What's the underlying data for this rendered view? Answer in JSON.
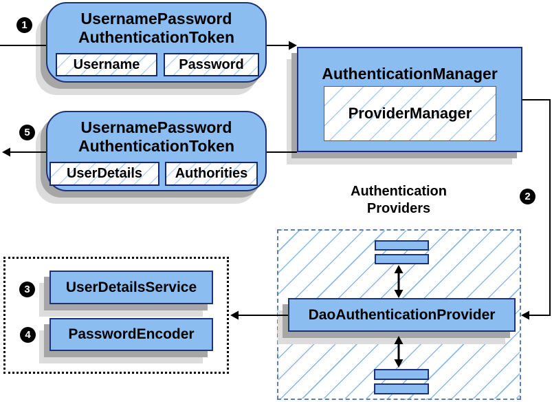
{
  "badges": {
    "step1": "1",
    "step2": "2",
    "step3": "3",
    "step4": "4",
    "step5": "5"
  },
  "nodes": {
    "request_token": {
      "title": [
        "UsernamePassword",
        "AuthenticationToken"
      ],
      "fields": [
        "Username",
        "Password"
      ]
    },
    "auth_manager": {
      "title": "AuthenticationManager",
      "inner": "ProviderManager"
    },
    "response_token": {
      "title": [
        "UsernamePassword",
        "AuthenticationToken"
      ],
      "fields": [
        "UserDetails",
        "Authorities"
      ]
    },
    "providers_group": {
      "label": [
        "Authentication",
        "Providers"
      ]
    },
    "dao_provider": {
      "title": "DaoAuthenticationProvider"
    },
    "beans": {
      "user_details_service": {
        "title": "UserDetailsService"
      },
      "password_encoder": {
        "title": "PasswordEncoder"
      }
    }
  },
  "colors": {
    "box_fill": "#8BBDF0",
    "box_border": "#1D3176",
    "field_border": "#15266B",
    "hatch_light": "#B7D3F3",
    "hatch_medium": "#89B9EA",
    "dashed_border": "#5C7EA8",
    "dotted_border": "#000000",
    "shadow_dark": "#A6A6A6",
    "shadow_light": "#DCDCDC",
    "arrow": "#000000",
    "badge_bg": "#000000",
    "badge_text": "#FFFFFF",
    "text": "#000000"
  }
}
